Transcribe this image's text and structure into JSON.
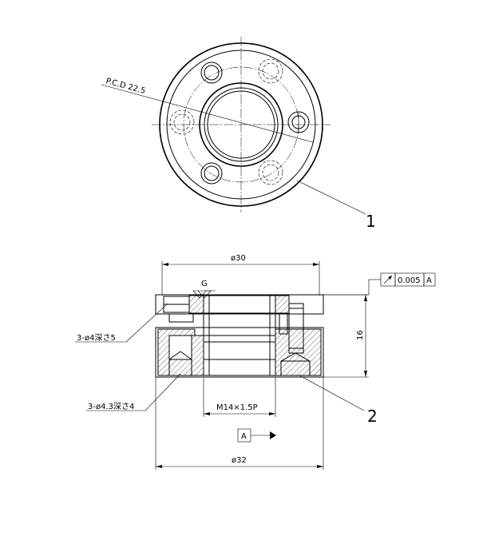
{
  "drawing": {
    "pcd_label": "P.C.D 22.5",
    "balloon_1": "1",
    "balloon_2": "2",
    "dim_phi30": "ø30",
    "dim_phi32": "ø32",
    "dim_16": "16",
    "dim_thread": "M14×1.5P",
    "note_holes_4": "3-ø4深さ5",
    "note_holes_43": "3-ø4.3深さ4",
    "surface_finish": "G",
    "tolerance_value": "0.005",
    "datum_ref": "A",
    "datum_label": "A"
  }
}
